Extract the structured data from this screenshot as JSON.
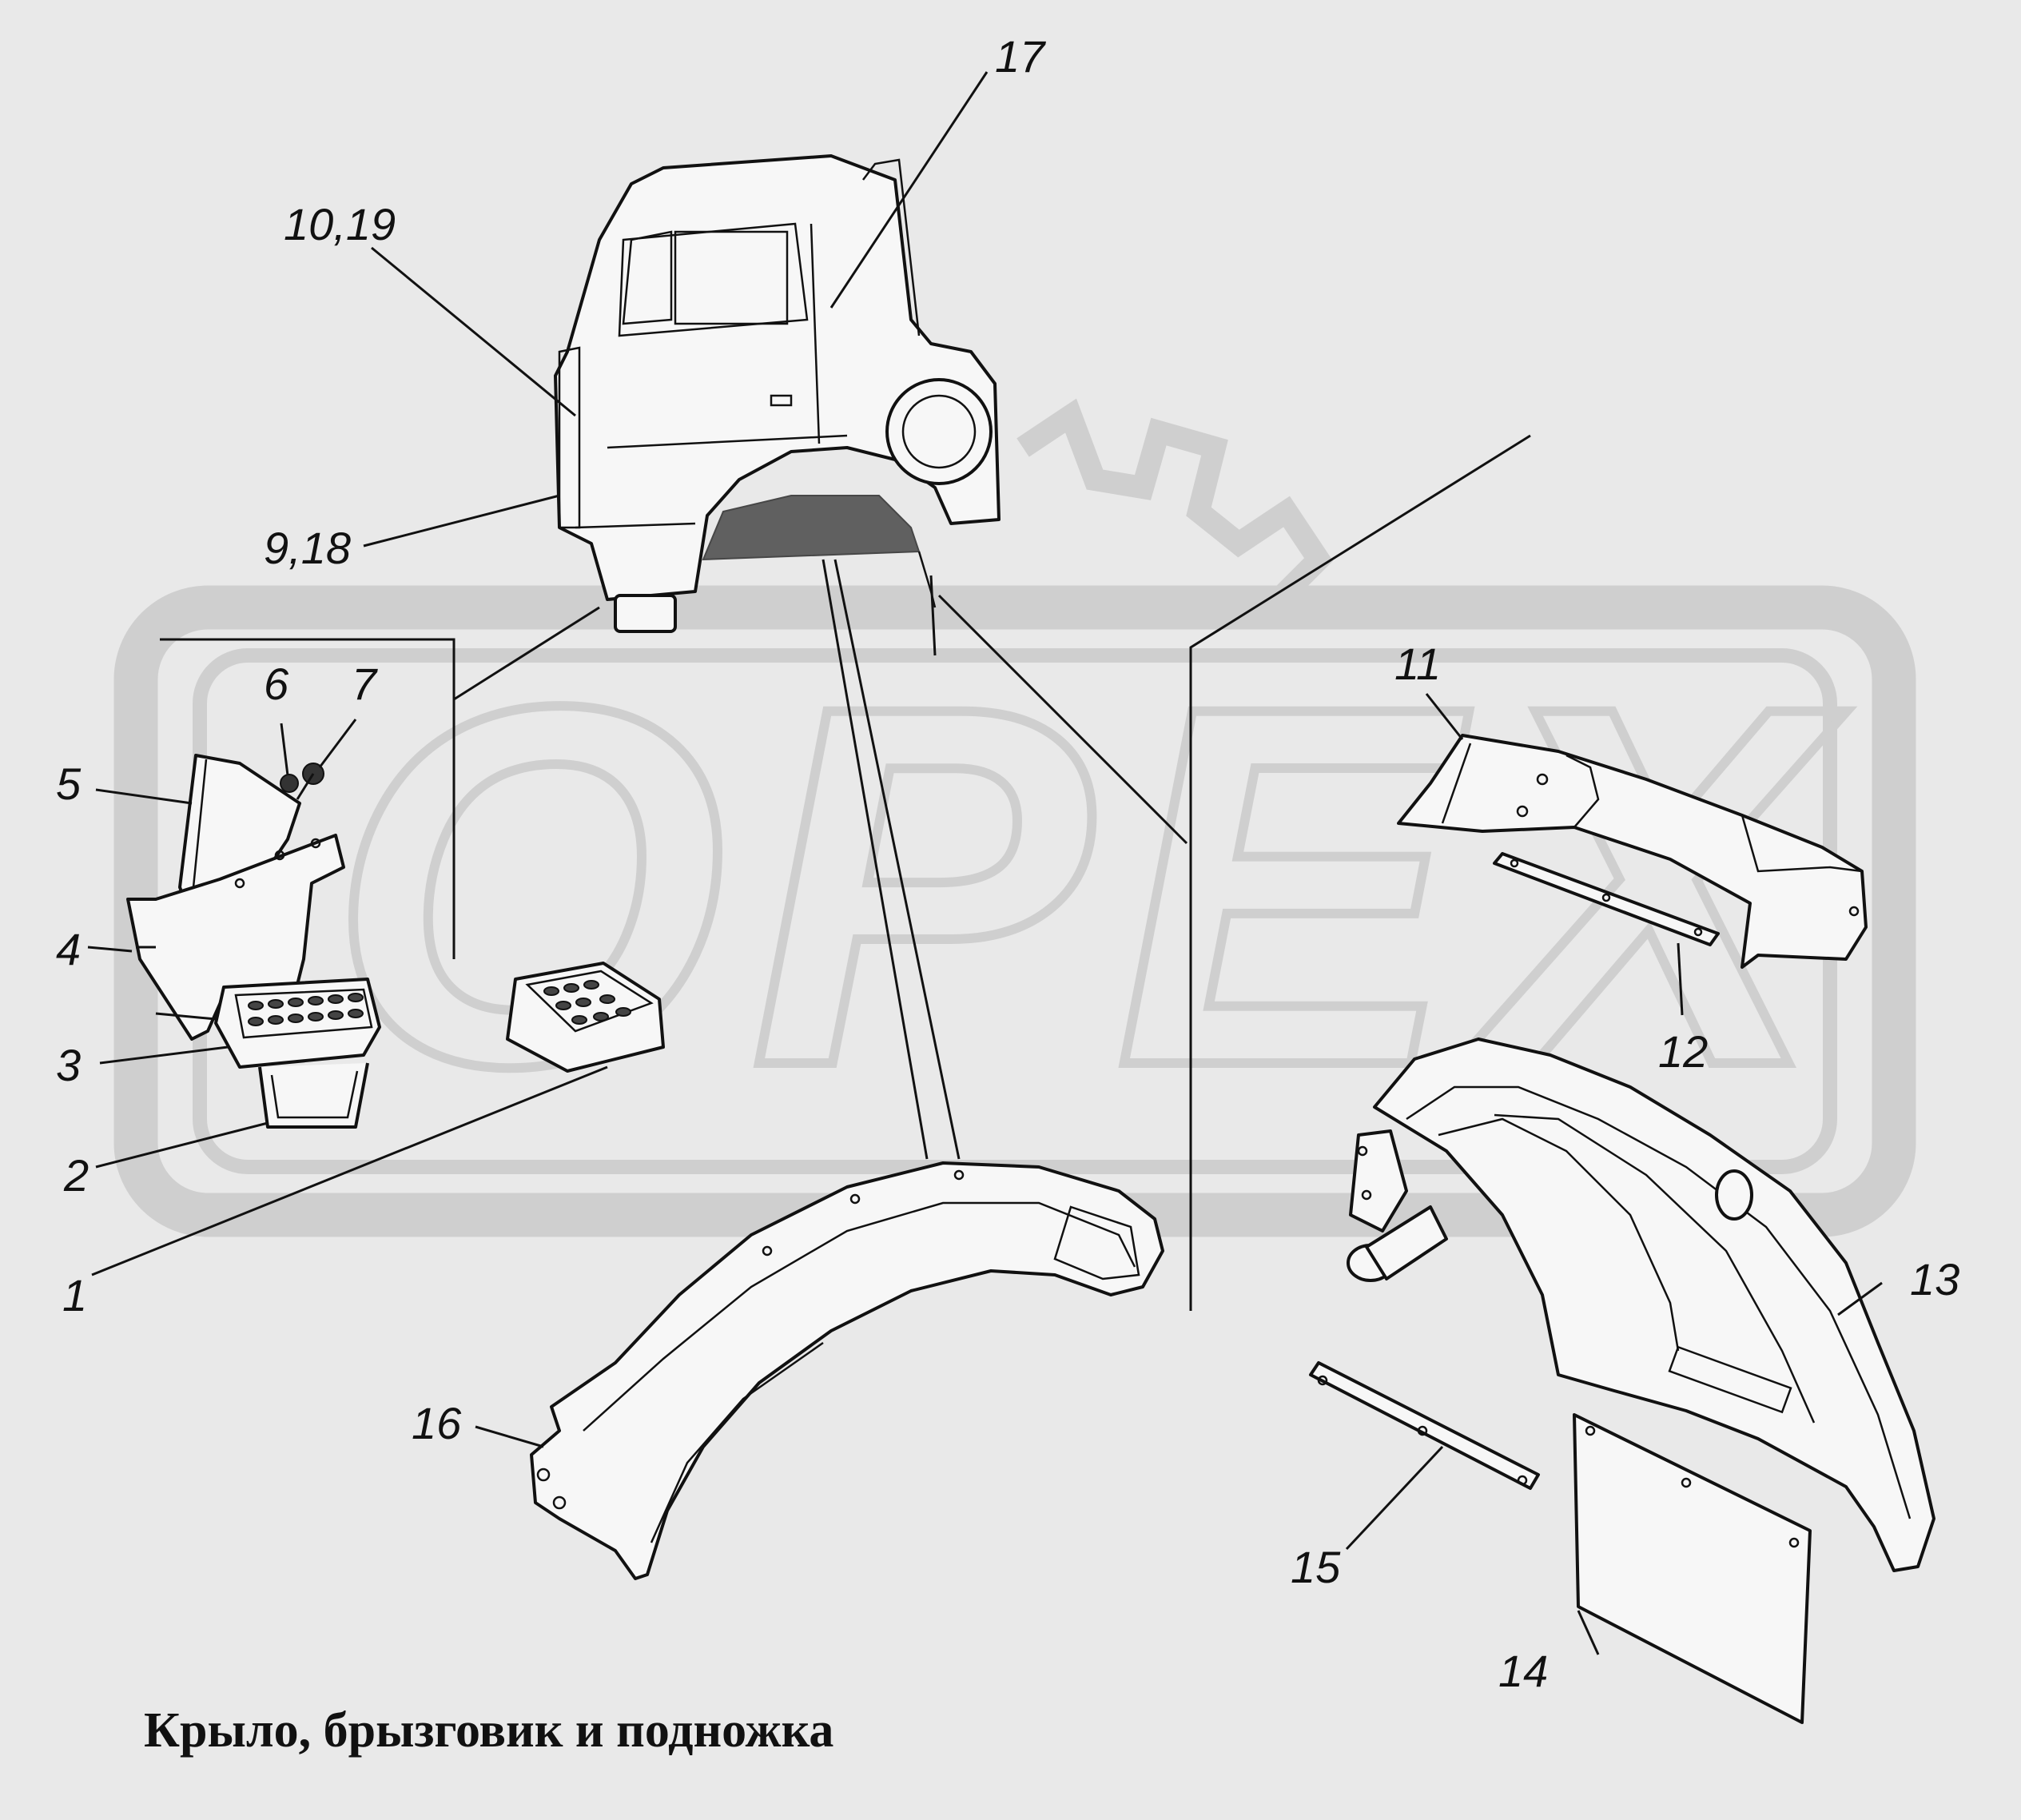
{
  "caption": "Крыло, брызговик и подножка",
  "watermark_text": "OPEX",
  "callouts": [
    {
      "id": "c1",
      "label": "1"
    },
    {
      "id": "c2",
      "label": "2"
    },
    {
      "id": "c3",
      "label": "3"
    },
    {
      "id": "c4",
      "label": "4"
    },
    {
      "id": "c5",
      "label": "5"
    },
    {
      "id": "c6",
      "label": "6"
    },
    {
      "id": "c7",
      "label": "7"
    },
    {
      "id": "c9",
      "label": "9,18"
    },
    {
      "id": "c10",
      "label": "10,19"
    },
    {
      "id": "c11",
      "label": "11"
    },
    {
      "id": "c12",
      "label": "12"
    },
    {
      "id": "c13",
      "label": "13"
    },
    {
      "id": "c14",
      "label": "14"
    },
    {
      "id": "c15",
      "label": "15"
    },
    {
      "id": "c16",
      "label": "16"
    },
    {
      "id": "c17",
      "label": "17"
    }
  ],
  "colors": {
    "background": "#e9e9e9",
    "ink": "#111111",
    "watermark": "#cfcfcf"
  }
}
